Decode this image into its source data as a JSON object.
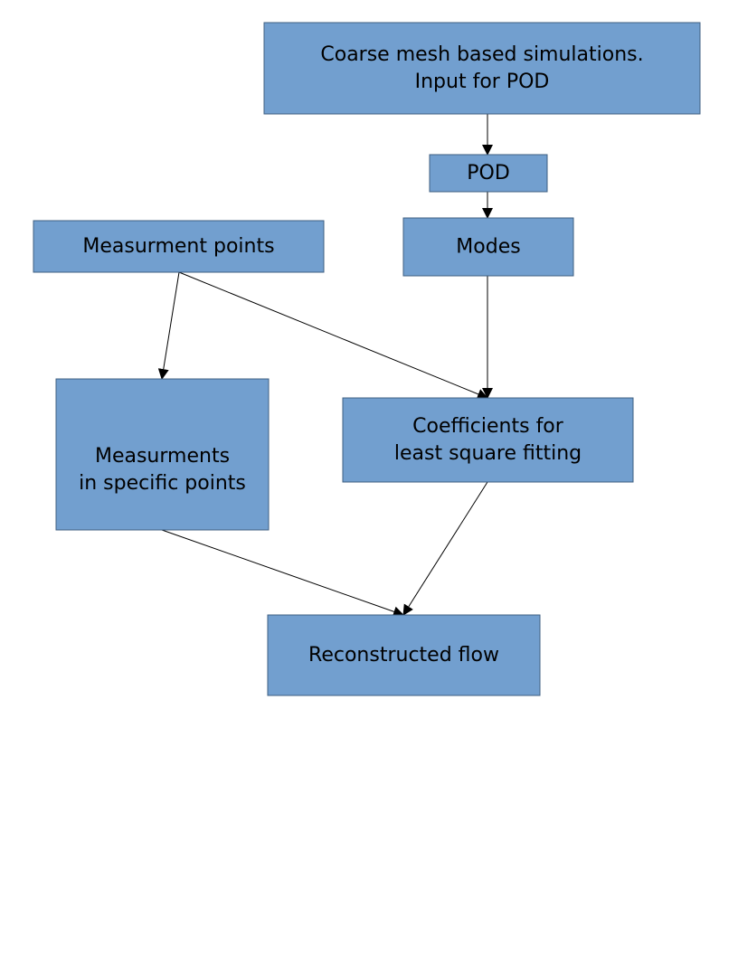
{
  "colors": {
    "node_fill": "#729fcf",
    "node_border": "#3f5f82",
    "edge": "#000000",
    "text": "#000000",
    "background": "#ffffff"
  },
  "nodes": {
    "coarse": {
      "lines": [
        "Coarse mesh based simulations.",
        "Input for POD"
      ]
    },
    "pod": {
      "lines": [
        "POD"
      ]
    },
    "modes": {
      "lines": [
        "Modes"
      ]
    },
    "measurement_points": {
      "lines": [
        "Measurment points"
      ]
    },
    "measurements": {
      "lines": [
        "Measurments",
        "in specific points"
      ]
    },
    "coefficients": {
      "lines": [
        "Coefficients for",
        "least square fitting"
      ]
    },
    "reconstructed": {
      "lines": [
        "Reconstructed flow"
      ]
    }
  },
  "edges": [
    {
      "from": "coarse",
      "to": "pod"
    },
    {
      "from": "pod",
      "to": "modes"
    },
    {
      "from": "modes",
      "to": "coefficients"
    },
    {
      "from": "measurement_points",
      "to": "measurements"
    },
    {
      "from": "measurement_points",
      "to": "coefficients"
    },
    {
      "from": "measurements",
      "to": "reconstructed"
    },
    {
      "from": "coefficients",
      "to": "reconstructed"
    }
  ]
}
